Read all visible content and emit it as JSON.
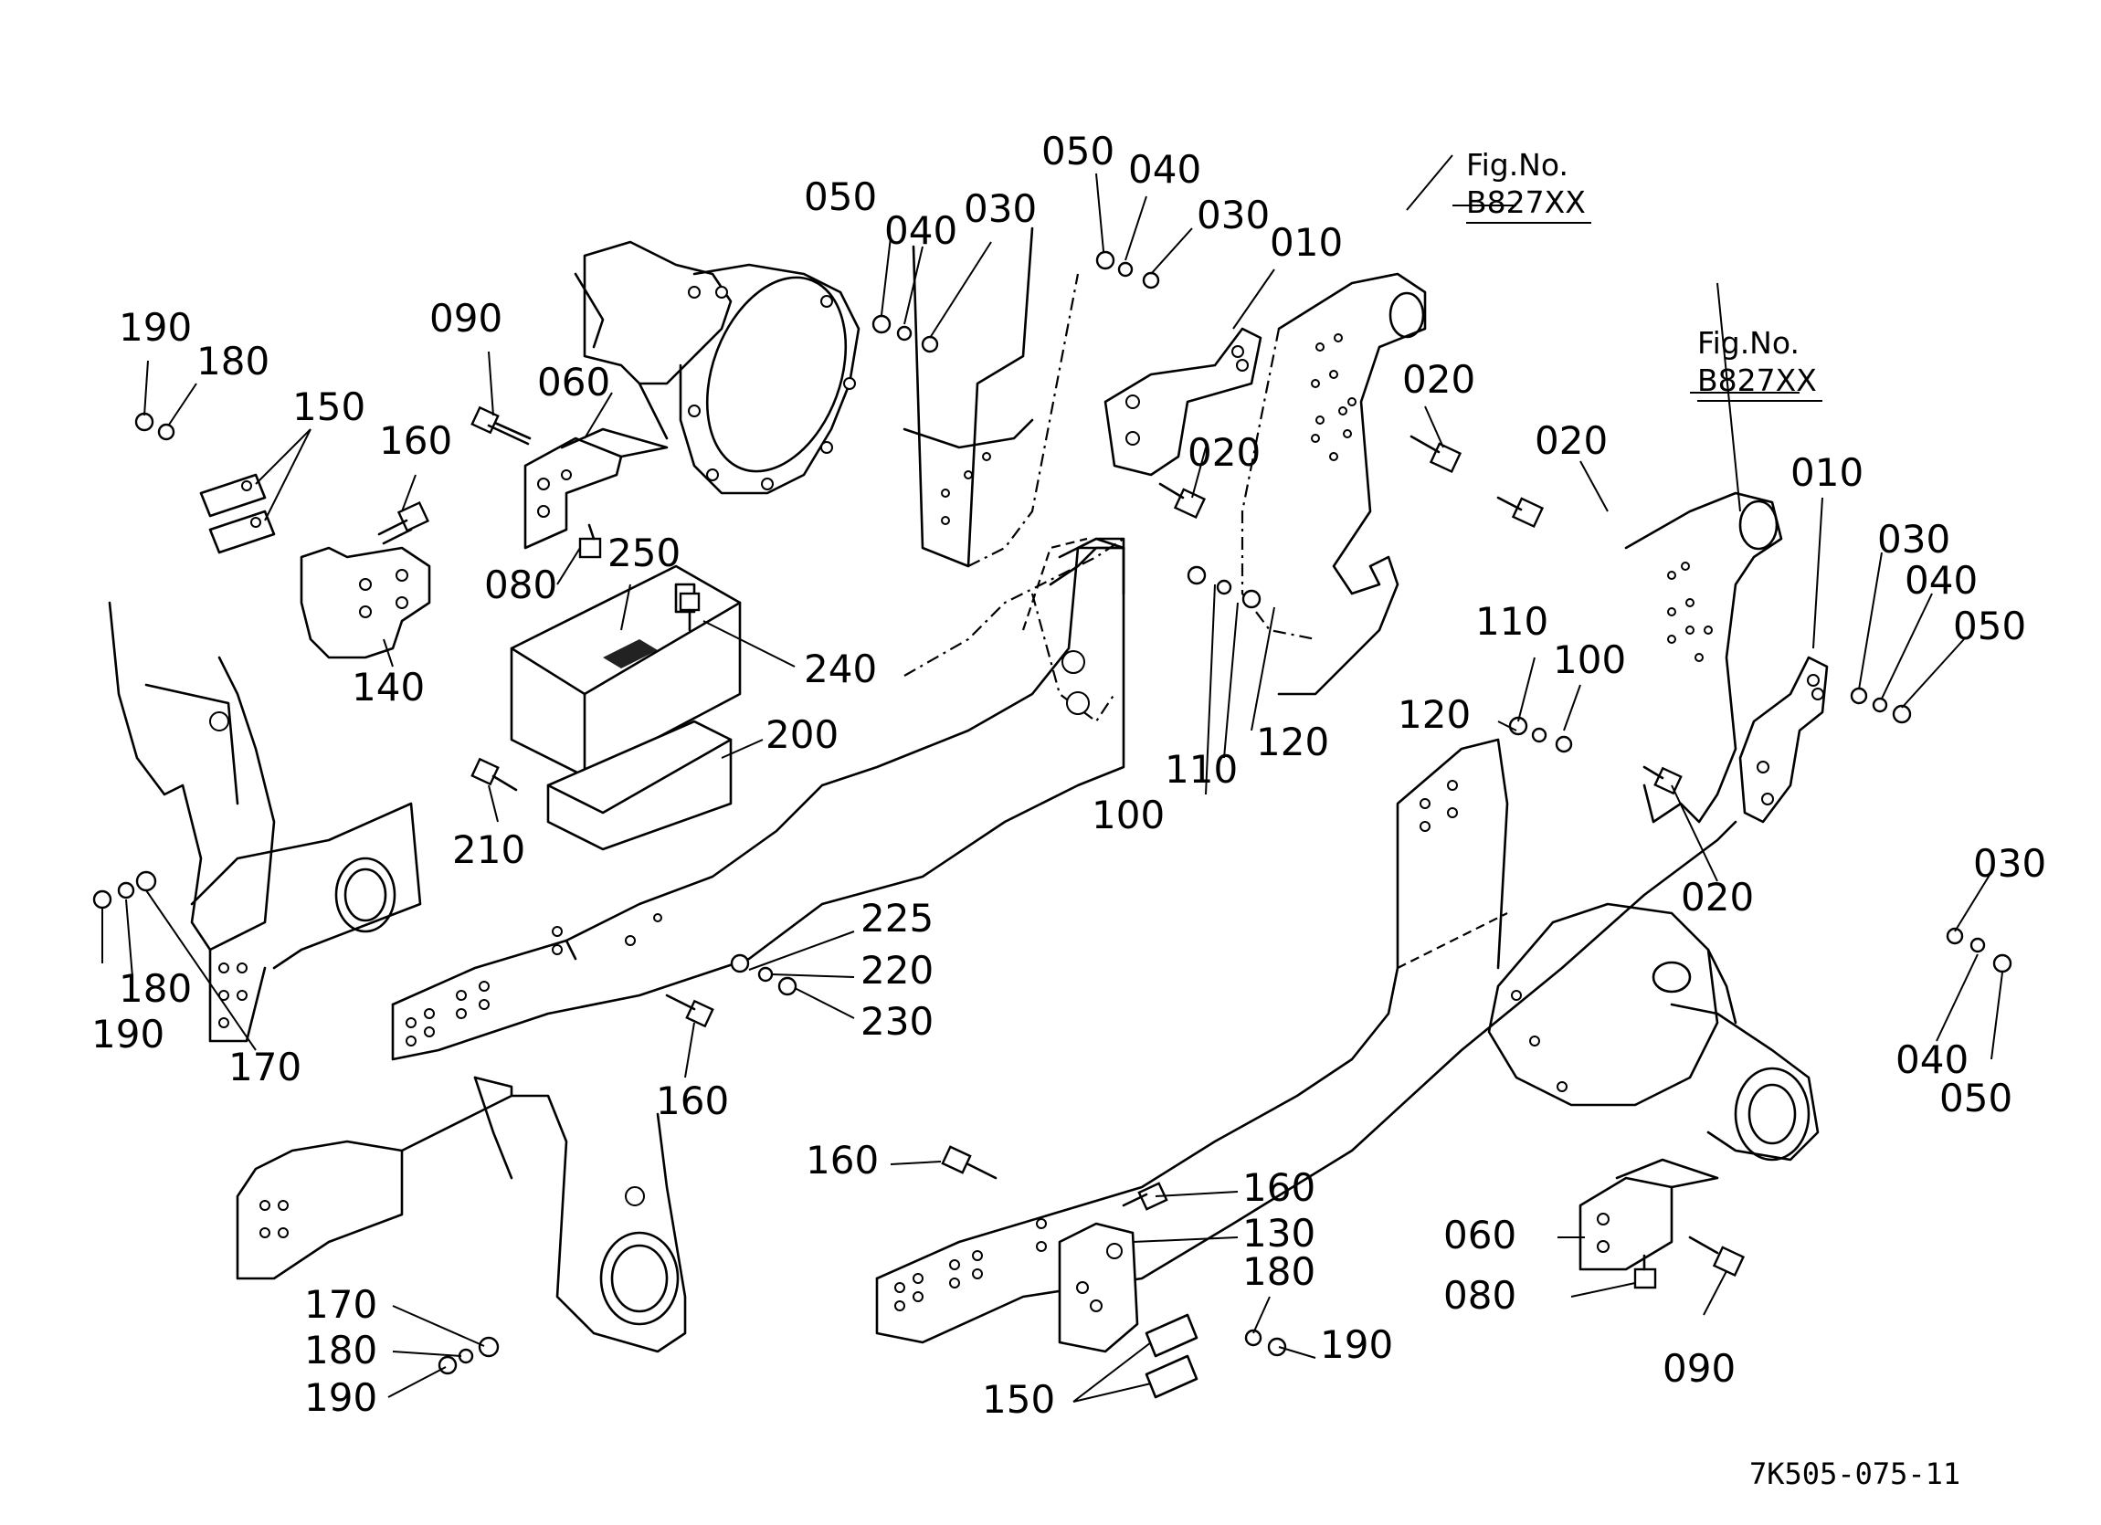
{
  "figure_refs": [
    {
      "prefix": "Fig.No.",
      "code": "B827XX"
    },
    {
      "prefix": "Fig.No.",
      "code": "B827XX"
    }
  ],
  "drawing_number": "7K505-075-11",
  "callouts": [
    "190",
    "180",
    "150",
    "160",
    "140",
    "090",
    "060",
    "080",
    "250",
    "240",
    "200",
    "210",
    "050",
    "040",
    "030",
    "050",
    "040",
    "030",
    "010",
    "020",
    "020",
    "100",
    "110",
    "120",
    "020",
    "010",
    "030",
    "040",
    "050",
    "110",
    "100",
    "120",
    "020",
    "030",
    "040",
    "050",
    "190",
    "180",
    "170",
    "225",
    "220",
    "230",
    "160",
    "170",
    "180",
    "190",
    "160",
    "160",
    "130",
    "180",
    "190",
    "150",
    "060",
    "080",
    "090"
  ]
}
